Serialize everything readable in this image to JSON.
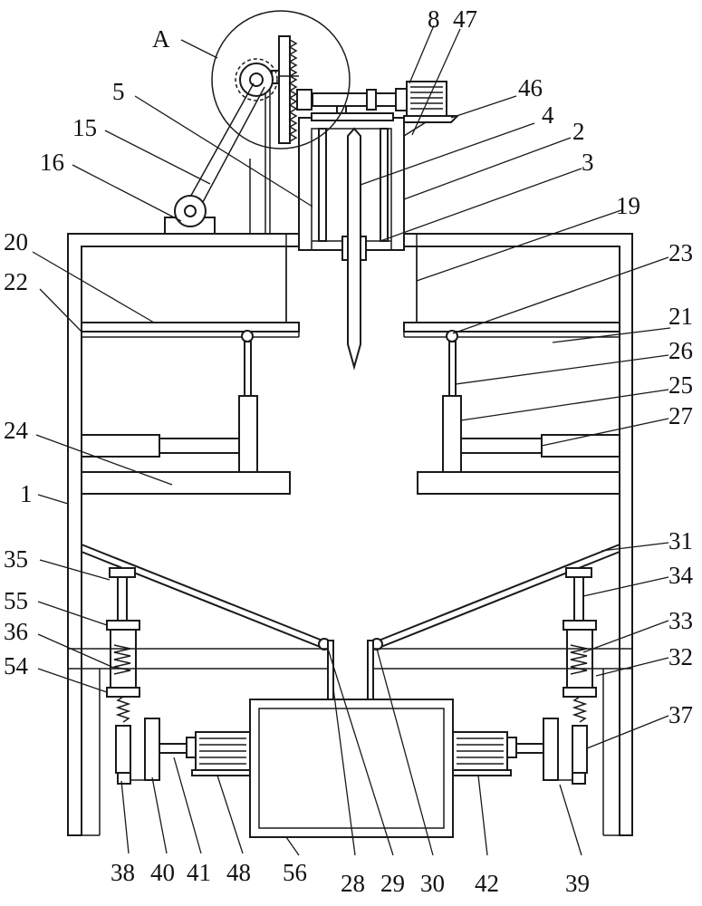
{
  "detail_label": "A",
  "labels": {
    "l1": "1",
    "l2": "2",
    "l3": "3",
    "l4": "4",
    "l5": "5",
    "l8": "8",
    "l15": "15",
    "l16": "16",
    "l19": "19",
    "l20": "20",
    "l21": "21",
    "l22": "22",
    "l23": "23",
    "l24": "24",
    "l25": "25",
    "l26": "26",
    "l27": "27",
    "l28": "28",
    "l29": "29",
    "l30": "30",
    "l31": "31",
    "l32": "32",
    "l33": "33",
    "l34": "34",
    "l35": "35",
    "l36": "36",
    "l37": "37",
    "l38": "38",
    "l39": "39",
    "l40": "40",
    "l41": "41",
    "l42": "42",
    "l46": "46",
    "l47": "47",
    "l48": "48",
    "l54": "54",
    "l55": "55",
    "l56": "56"
  }
}
